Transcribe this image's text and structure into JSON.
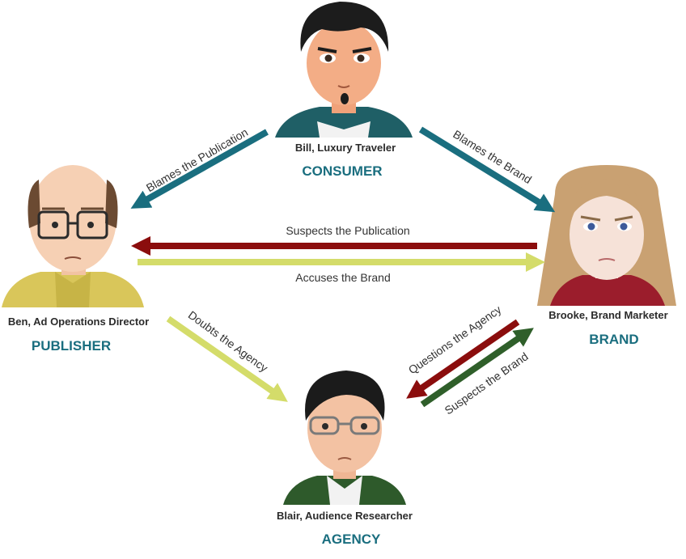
{
  "colors": {
    "teal": "#1a6e7f",
    "dark_red": "#8b0d0d",
    "yellow_green": "#d4dc6a",
    "dark_green": "#2f5f2a",
    "role_text": "#1a6e7f"
  },
  "people": {
    "consumer": {
      "name": "Bill, Luxury Traveler",
      "role": "CONSUMER"
    },
    "publisher": {
      "name": "Ben, Ad Operations Director",
      "role": "PUBLISHER"
    },
    "brand": {
      "name": "Brooke, Brand Marketer",
      "role": "BRAND"
    },
    "agency": {
      "name": "Blair, Audience Researcher",
      "role": "AGENCY"
    }
  },
  "relations": {
    "consumer_publisher": "Blames the Publication",
    "consumer_brand": "Blames the Brand",
    "brand_publisher": "Suspects the Publication",
    "publisher_brand": "Accuses the Brand",
    "publisher_agency": "Doubts the Agency",
    "brand_agency": "Questions the Agency",
    "agency_brand": "Suspects the Brand"
  }
}
